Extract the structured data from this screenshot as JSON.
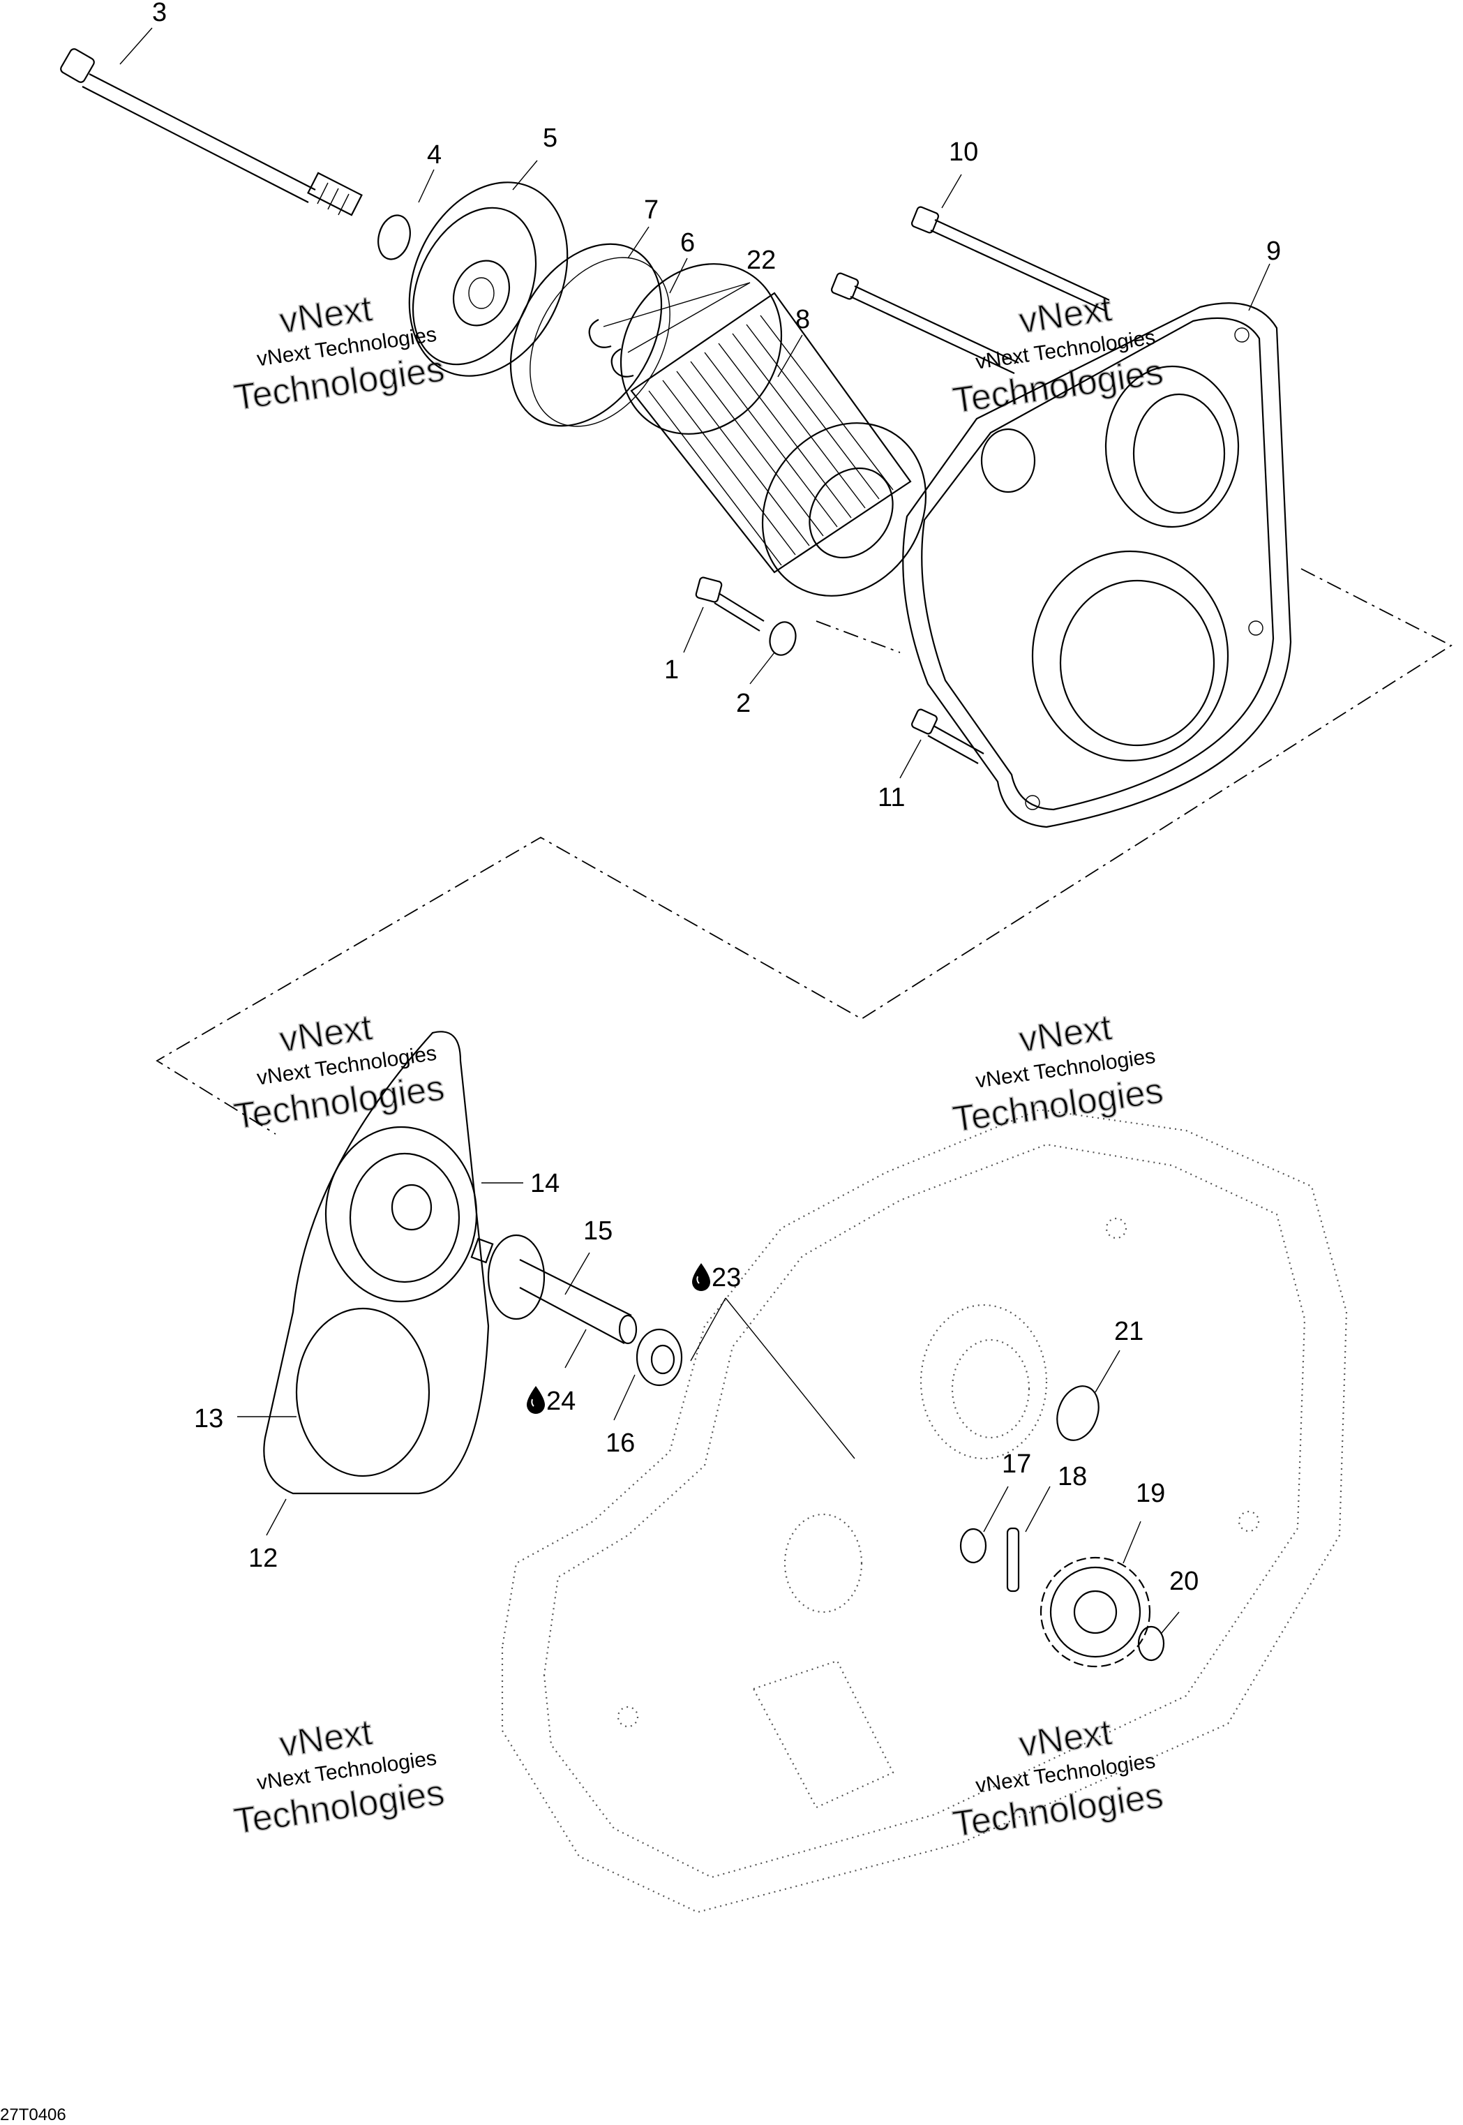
{
  "drawing_code": "27T0406",
  "callouts": [
    {
      "id": "1",
      "text": "1"
    },
    {
      "id": "2",
      "text": "2"
    },
    {
      "id": "3",
      "text": "3"
    },
    {
      "id": "4",
      "text": "4"
    },
    {
      "id": "5",
      "text": "5"
    },
    {
      "id": "6",
      "text": "6"
    },
    {
      "id": "7",
      "text": "7"
    },
    {
      "id": "8",
      "text": "8"
    },
    {
      "id": "9",
      "text": "9"
    },
    {
      "id": "10",
      "text": "10"
    },
    {
      "id": "11",
      "text": "11"
    },
    {
      "id": "12",
      "text": "12"
    },
    {
      "id": "13",
      "text": "13"
    },
    {
      "id": "14",
      "text": "14"
    },
    {
      "id": "15",
      "text": "15"
    },
    {
      "id": "16",
      "text": "16"
    },
    {
      "id": "17",
      "text": "17"
    },
    {
      "id": "18",
      "text": "18"
    },
    {
      "id": "19",
      "text": "19"
    },
    {
      "id": "20",
      "text": "20"
    },
    {
      "id": "21",
      "text": "21"
    },
    {
      "id": "22",
      "text": "22"
    },
    {
      "id": "23",
      "text": "23",
      "oil_drop": true
    },
    {
      "id": "24",
      "text": "24",
      "oil_drop": true
    }
  ],
  "watermark": {
    "line1": "vNext",
    "line2": "vNext Technologies",
    "line3": "Technologies"
  }
}
